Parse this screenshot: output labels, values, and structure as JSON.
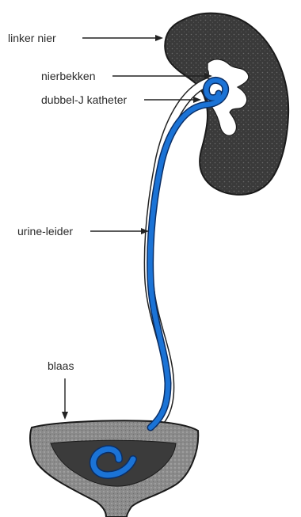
{
  "labels": {
    "kidney": "linker nier",
    "pelvis": "nierbekken",
    "catheter": "dubbel-J katheter",
    "ureter": "urine-leider",
    "bladder": "blaas"
  },
  "colors": {
    "tissue": "#3c3c3c",
    "catheter": "#1b73d6",
    "catheter_outline": "#0b2f66",
    "label_text": "#2a2a2a"
  }
}
